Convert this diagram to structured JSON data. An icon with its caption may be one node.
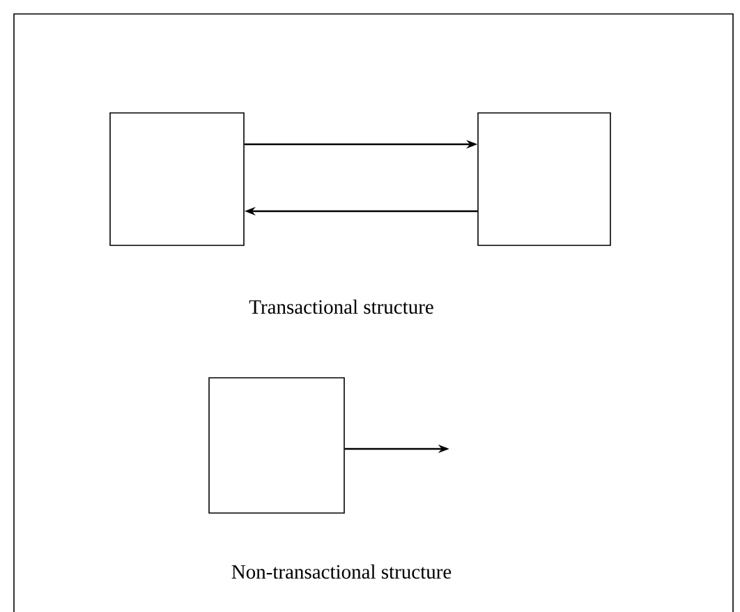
{
  "diagram": {
    "nodes": [
      {
        "text": [],
        "shape": "box"
      },
      {
        "text": [],
        "shape": "box"
      },
      {
        "text": [],
        "shape": "box"
      }
    ],
    "edges": [
      {
        "from": 0,
        "to": 1,
        "arrow": "to"
      },
      {
        "from": 1,
        "to": 0,
        "arrow": "to"
      },
      {
        "from": 2,
        "to": null,
        "arrow": "to"
      }
    ],
    "labels": [
      "Transactional structure",
      "Non-transactional structure"
    ]
  }
}
